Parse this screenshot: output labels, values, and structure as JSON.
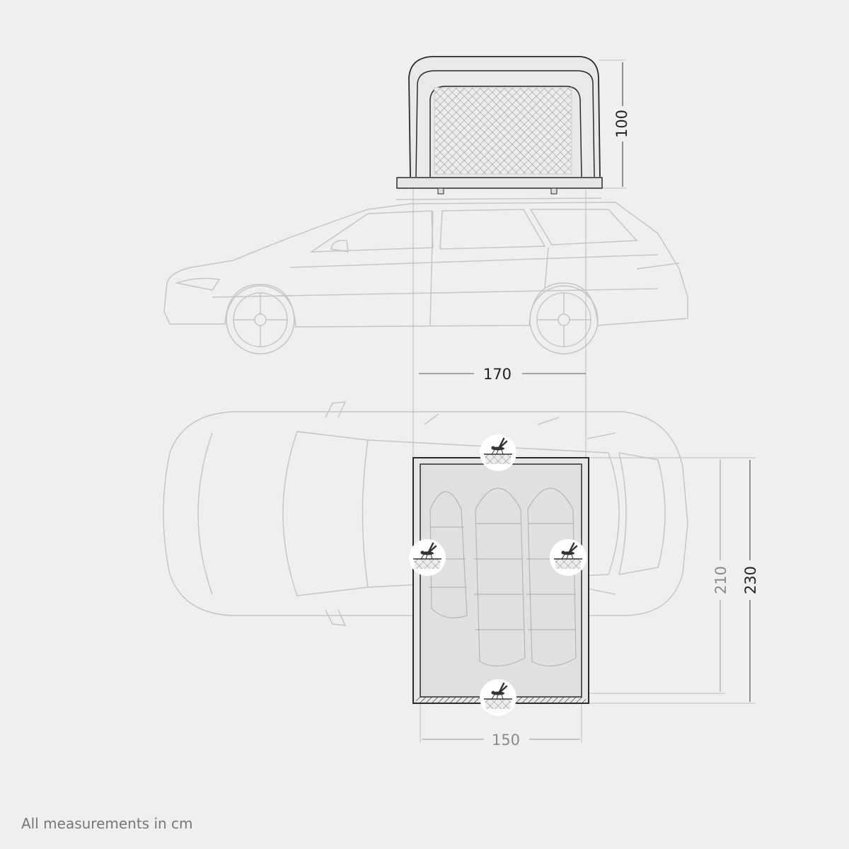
{
  "dimensions": {
    "tent_height": "100",
    "tent_length_closed": "170",
    "inner_width": "150",
    "inner_length": "210",
    "outer_length": "230"
  },
  "footer": {
    "note": "All measurements in cm"
  },
  "icons": [
    "mosquito-net-icon",
    "mosquito-net-icon",
    "mosquito-net-icon",
    "mosquito-net-icon"
  ],
  "colors": {
    "background": "#efefef",
    "car_outline": "#c6c6c6",
    "tent_outline": "#2b2b2b",
    "tent_floor": "#e2e2e2",
    "dim_dark": "#222222",
    "dim_light": "#8a8a8a"
  }
}
